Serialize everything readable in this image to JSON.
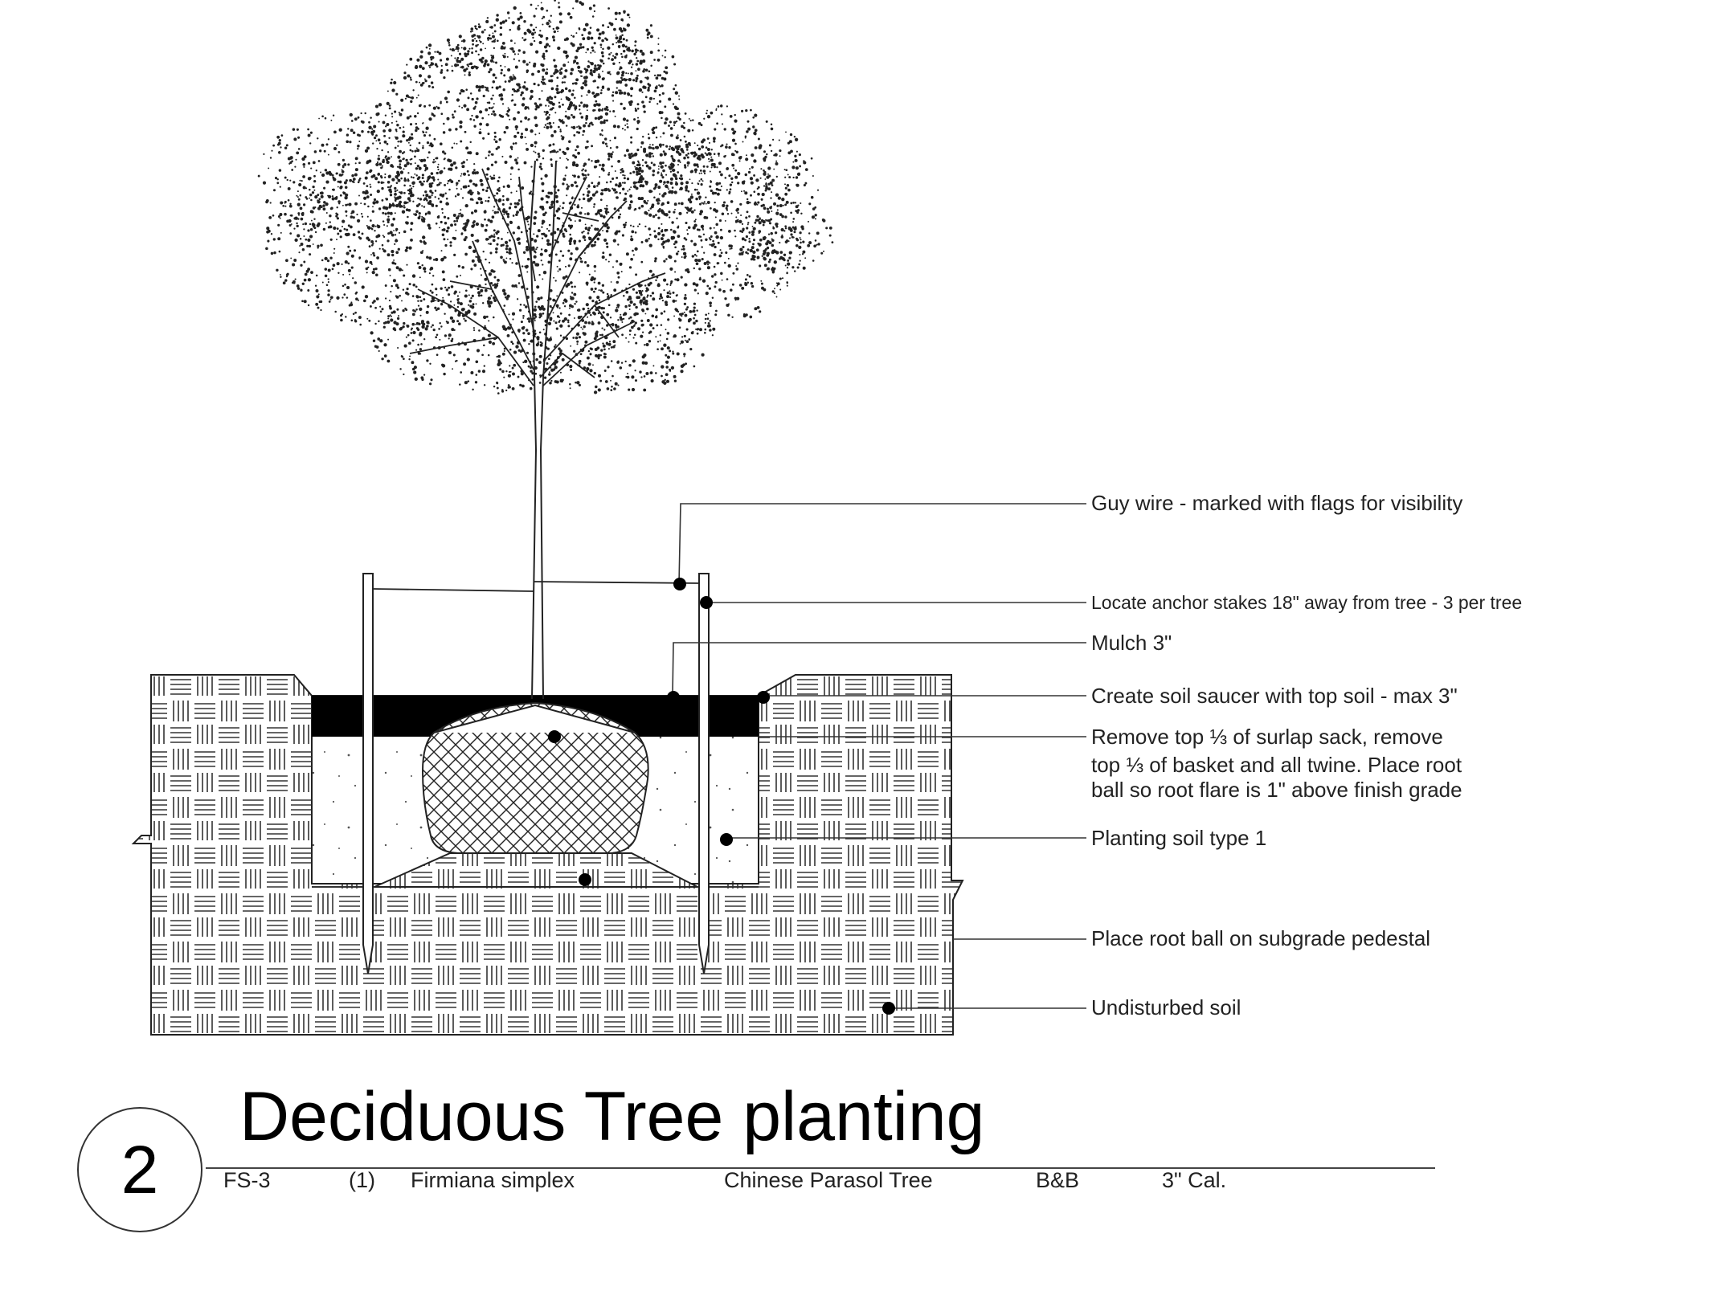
{
  "title": "Deciduous Tree planting",
  "detail_number": "2",
  "schedule": {
    "code": "FS-3",
    "quantity": "(1)",
    "botanical_name": "Firmiana simplex",
    "common_name": "Chinese Parasol Tree",
    "root_type": "B&B",
    "size": "3\" Cal."
  },
  "callouts": {
    "guy_wire": "Guy wire - marked with flags for visibility",
    "anchor_stakes": "Locate anchor stakes 18\" away from tree - 3 per tree",
    "mulch": "Mulch 3\"",
    "soil_saucer": "Create soil saucer with top soil - max 3\"",
    "root_ball_line1": "Remove top ⅓  of surlap sack, remove",
    "root_ball_line2": "top ⅓ of basket and all twine. Place root",
    "root_ball_line3": "ball so root flare is 1\" above finish grade",
    "planting_soil": "Planting soil type 1",
    "pedestal": "Place root ball on subgrade pedestal",
    "undisturbed": "Undisturbed soil"
  }
}
